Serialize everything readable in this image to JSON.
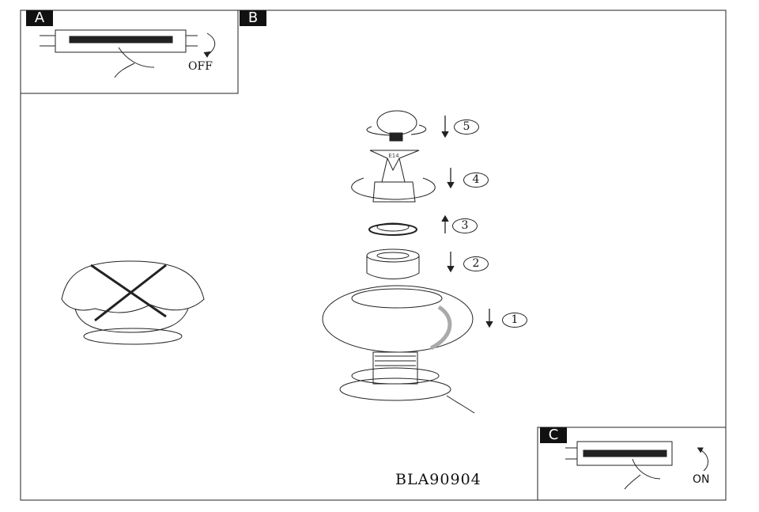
{
  "panels": {
    "a": {
      "label": "A",
      "action": "OFF"
    },
    "b": {
      "label": "B"
    },
    "c": {
      "label": "C",
      "action": "ON"
    }
  },
  "steps": [
    "1",
    "2",
    "3",
    "4",
    "5"
  ],
  "socket_label": "E14",
  "model_code": "BLA90904"
}
